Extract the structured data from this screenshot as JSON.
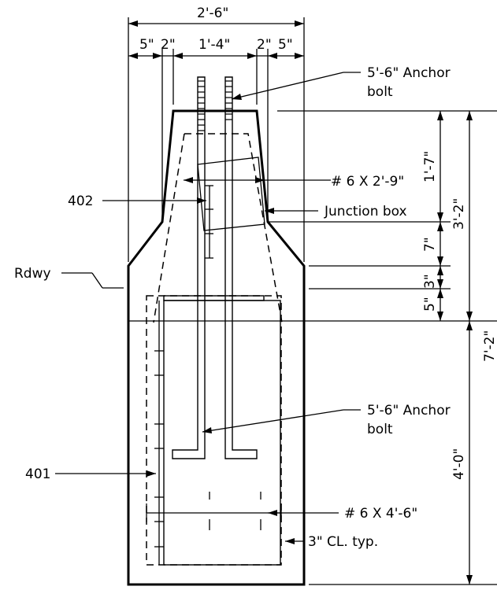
{
  "drawing": {
    "dims": {
      "overall_width": "2'-6\"",
      "left_outer": "5\"",
      "left_inner": "2\"",
      "center": "1'-4\"",
      "right_inner": "2\"",
      "right_outer": "5\"",
      "top_section": "1'-7\"",
      "mid_section": "7\"",
      "small_section": "3\"",
      "lower_top": "5\"",
      "combined_upper": "3'-2\"",
      "bottom_section": "4'-0\"",
      "overall_height": "7'-2\""
    },
    "labels": {
      "anchor_bolt_top_1": "5'-6\" Anchor",
      "anchor_bolt_top_2": "bolt",
      "rebar_top": "# 6 X 2'-9\"",
      "mark_402": "402",
      "junction_box": "Junction box",
      "rdwy": "Rdwy",
      "anchor_bolt_bottom_1": "5'-6\" Anchor",
      "anchor_bolt_bottom_2": "bolt",
      "mark_401": "401",
      "rebar_bottom": "# 6 X 4'-6\"",
      "clear_cover": "3\" CL. typ."
    }
  }
}
